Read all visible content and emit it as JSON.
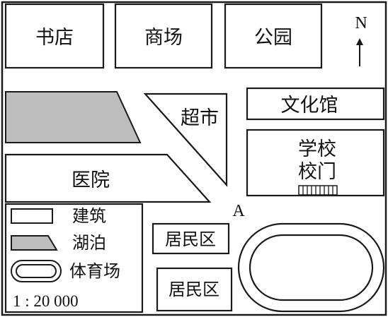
{
  "map": {
    "buildings": {
      "bookstore": "书店",
      "mall": "商场",
      "park": "公园",
      "supermarket": "超市",
      "culture_hall": "文化馆",
      "school": "学校",
      "school_gate": "校门",
      "hospital": "医院",
      "residential_1": "居民区",
      "residential_2": "居民区"
    },
    "north_label": "N",
    "point_a": "A"
  },
  "legend": {
    "building": "建筑",
    "lake": "湖泊",
    "stadium": "体育场",
    "scale": "1 : 20 000"
  },
  "colors": {
    "lake_fill": "#bdbdbd",
    "line": "#1a1a1a"
  }
}
